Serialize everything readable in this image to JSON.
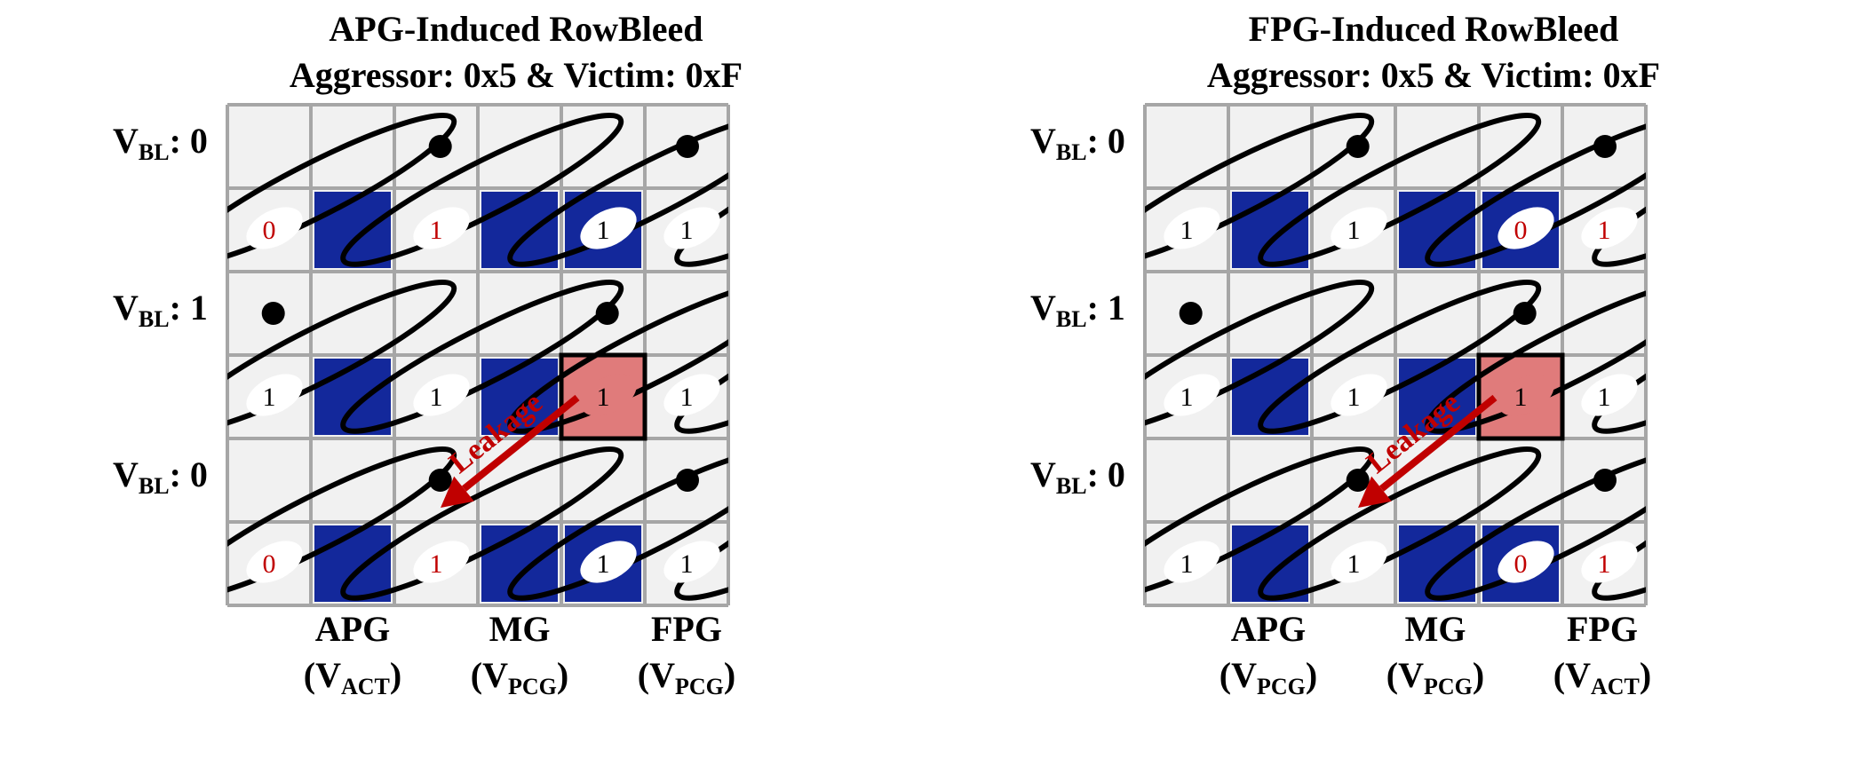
{
  "colors": {
    "cell_bg": "#f1f1f1",
    "grid_line": "#a6a6a6",
    "gate_blue": "#13289b",
    "victim_fill": "#e07b7b",
    "leak_red": "#c00000",
    "bit_red": "#c00000",
    "bit_black": "#000000"
  },
  "panels": [
    {
      "id": "apg",
      "title_line1": "APG-Induced RowBleed",
      "title_line2": "Aggressor: 0x5 & Victim: 0xF",
      "row_labels": [
        {
          "main": "V",
          "sub": "BL",
          "value": ": 0"
        },
        {
          "main": "V",
          "sub": "BL",
          "value": ": 1"
        },
        {
          "main": "V",
          "sub": "BL",
          "value": ": 0"
        }
      ],
      "col_labels": [
        {
          "name": "APG",
          "open": "(V",
          "sub": "ACT",
          "close": ")"
        },
        {
          "name": "MG",
          "open": "(V",
          "sub": "PCG",
          "close": ")"
        },
        {
          "name": "FPG",
          "open": "(V",
          "sub": "PCG",
          "close": ")"
        }
      ],
      "bits": [
        [
          "0",
          "1",
          "1",
          "1"
        ],
        [
          "1",
          "1",
          "1",
          "1"
        ],
        [
          "0",
          "1",
          "1",
          "1"
        ]
      ],
      "bit_colors": [
        [
          "red",
          "red",
          "black",
          "black"
        ],
        [
          "black",
          "black",
          "black",
          "black"
        ],
        [
          "red",
          "red",
          "black",
          "black"
        ]
      ],
      "leakage_label": "Leakage"
    },
    {
      "id": "fpg",
      "title_line1": "FPG-Induced RowBleed",
      "title_line2": "Aggressor: 0x5 & Victim: 0xF",
      "row_labels": [
        {
          "main": "V",
          "sub": "BL",
          "value": ": 0"
        },
        {
          "main": "V",
          "sub": "BL",
          "value": ": 1"
        },
        {
          "main": "V",
          "sub": "BL",
          "value": ": 0"
        }
      ],
      "col_labels": [
        {
          "name": "APG",
          "open": "(V",
          "sub": "PCG",
          "close": ")"
        },
        {
          "name": "MG",
          "open": "(V",
          "sub": "PCG",
          "close": ")"
        },
        {
          "name": "FPG",
          "open": "(V",
          "sub": "ACT",
          "close": ")"
        }
      ],
      "bits": [
        [
          "1",
          "1",
          "0",
          "1"
        ],
        [
          "1",
          "1",
          "1",
          "1"
        ],
        [
          "1",
          "1",
          "0",
          "1"
        ]
      ],
      "bit_colors": [
        [
          "black",
          "black",
          "red",
          "red"
        ],
        [
          "black",
          "black",
          "black",
          "black"
        ],
        [
          "black",
          "black",
          "red",
          "red"
        ]
      ],
      "leakage_label": "Leakage"
    }
  ]
}
